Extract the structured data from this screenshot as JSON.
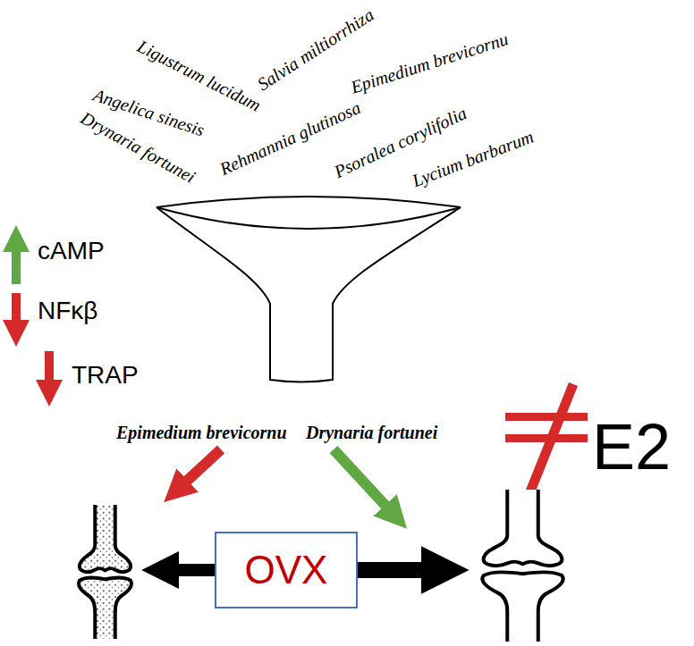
{
  "diagram": {
    "nodes": [
      {
        "text": [
          "OVX"
        ]
      }
    ],
    "labels": [
      "Salvia miltiorrhiza",
      "Ligustrum lucidum",
      "Epimedium brevicornu",
      "Angelica sinesis",
      "Rehmannia glutinosa",
      "Psoralea corylifolia",
      "Drynaria fortunei",
      "Lycium barbarum",
      "cAMP",
      "NFκβ",
      "TRAP",
      "Epimedium brevicornu",
      "Drynaria fortunei",
      "E2"
    ]
  }
}
